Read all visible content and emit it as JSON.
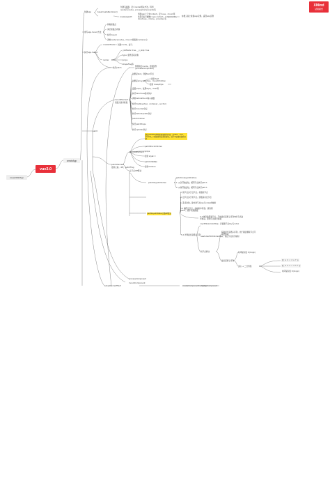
{
  "brand": {
    "name": "XMind",
    "tagline": "试用模式"
  },
  "root": {
    "label": "vue3.0"
  },
  "left_node": {
    "label": "createSSRApp"
  },
  "main_node": {
    "label": "createApp"
  },
  "nodes": {
    "n_ensure": "创建app",
    "n_renderer_sub": "baseCreateRenderer()",
    "n_renderer_desc": "创建渲染器，定义render相关方法，得到",
    "n_renderer_desc2": "render(vnode)，processComponent()等",
    "n_createappapi": "createAppAPI",
    "n_createapp_desc": "创建app上下文context，定义use，mount等",
    "n_createapp_desc2": "常见有如下属性：app.context，components，",
    "n_createapp_desc3": "directives，mixins，provides 等",
    "n_rerender": "在根元素上挂载app实例，返回app实例",
    "n_mount_app": "重写app.mount方法",
    "n_mount1": "获取挂载点",
    "n_mount2": "清空挂载点内容",
    "n_mount3": "执行mount",
    "n_mount4": "调用render(vnode)，mount 挂载到container上",
    "n_app_mount": "执行app.mount",
    "n_createvnode": "createVNode",
    "n_createvnode2": "创建vnode，如下：",
    "n_vnode_opts1": "_isVNode: true, __v_skip: true",
    "n_vnode_opts2": "type: 组件选项对象",
    "n_vnode_opts3": "props",
    "n_vnode_opts4": "shapeFlag等",
    "n_render": "render",
    "n_render_desc": "执行patch",
    "n_patch": "patch",
    "n_patch_desc": "判断新旧vnode，更新组件(processComponent)",
    "n_mountelement": "mountElement",
    "n_mount_el_desc": "创建元素并挂载",
    "n_me1": "如果是text，创建text节点",
    "n_me2": "如果是array_children，mountChildren",
    "n_me3": "设置props，处理style，class等",
    "n_me4": "执行directives指令钩子",
    "n_me5": "调用beforeMount钩子函数",
    "n_me6": "执行hostInsert(el，container，anchor)",
    "n_me7": "执行mounted钩子",
    "n_patchelement": "patchElement",
    "n_pe_desc": "更新元素，diff，patchFlag",
    "n_pe1": "执行beforeUpdate钩子",
    "n_pe2": "patchChildren",
    "n_pe3": "执行patchProps",
    "n_pe4": "执行updated钩子",
    "n_processelement": "processElement",
    "n_highlight": "通过patchFlag判断需要更新的内容，如class、style、props等，只需更新有变化的部分，减少不必要的更新开销",
    "n_vnode_a": "更新 text",
    "n_vnode_b": "更新 class/style",
    "n_patchblock": "patchBlockChildren",
    "n_pbc1": "props",
    "n_pbc2": "更新 style",
    "n_patchchildren": "patchChildren",
    "n_pc1": "patchKeyedChildren",
    "n_pc2": "patchUnkeyedChildren",
    "n_pc3": "更新children",
    "n_pc4": "子节点diff算法",
    "n_highlight2": "patchKeyedChildren完整diff算法",
    "n_diff1": "1. 从头开始比较，相同节点执行patch",
    "n_diff2": "2. 从尾开始比较，相同节点执行patch",
    "n_diff3": "3. 新节点多于旧节点，挂载新节点",
    "n_diff4": "4. 旧节点多于新节点，卸载多余旧节点",
    "n_diff5": "5. 乱序比较，建立新节点key与index的映射",
    "n_diff6": "5.1 遍历旧节点，在映射中查找，找到则patch，找不到则卸载",
    "n_diff7": "5.2 计算最长递增子序列",
    "n_diff8": "5.3 倒序遍历新节点，不在最长递增子序列中的节点进行移动，新增节点执行挂载",
    "n_diff9": "新节点移动",
    "n_diff10": "最长递增子序列",
    "n_diff11": "获取最长递增子序列，用于确定哪些节点不需要移动",
    "n_diff12": "时间复杂度 O(nlogn)",
    "n_diff13": "贪心 + 二分查找",
    "n_code1": "旧：a b c d e f g",
    "n_code2": "新：a b e c d h f g",
    "n_diff_note": "keyToNewIndexMap：存储新节点key与index",
    "n_diff_note2": "newIndexToOldIndexMap：新旧节点索引映射",
    "n_processcomp": "processComponent",
    "n_mountcomp": "mountComponent",
    "n_createcompinst": "createComponentInstance",
    "n_setupcomp": "setupComponent",
    "n_setuprender": "setupRenderEffect"
  }
}
